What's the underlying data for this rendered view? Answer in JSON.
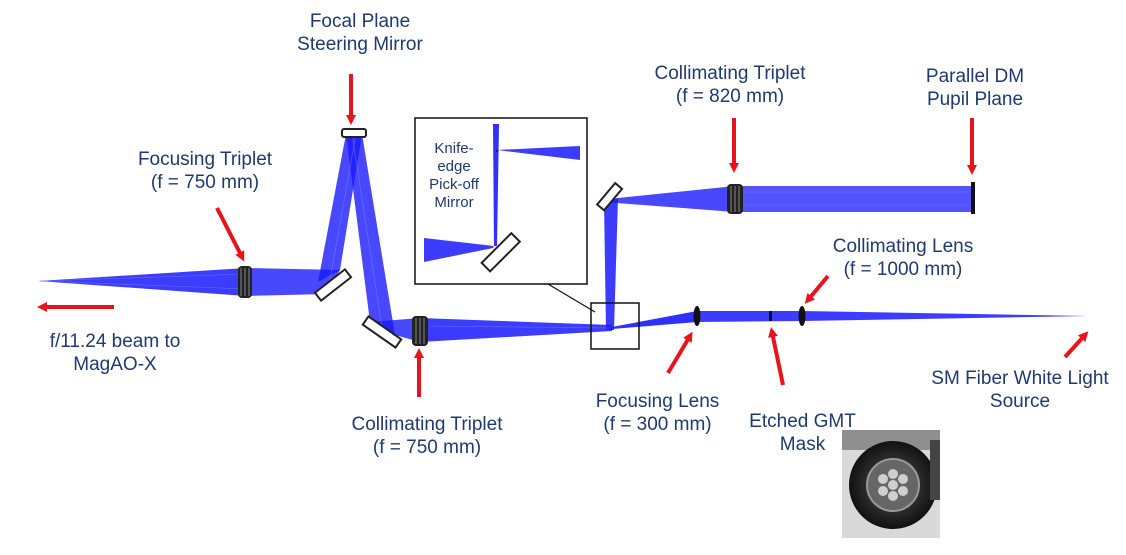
{
  "colors": {
    "beam": "#1a1aff",
    "arrow": "#e8141c",
    "text": "#1f3a6e",
    "optic": "#222222"
  },
  "labels": {
    "focal_plane_mirror": [
      "Focal Plane",
      "Steering Mirror"
    ],
    "focusing_triplet": [
      "Focusing Triplet",
      "(f = 750 mm)"
    ],
    "collimating_triplet_820": [
      "Collimating Triplet",
      "(f = 820 mm)"
    ],
    "parallel_dm": [
      "Parallel DM",
      "Pupil Plane"
    ],
    "collimating_lens": [
      "Collimating Lens",
      "(f = 1000 mm)"
    ],
    "output_beam": [
      "f/11.24 beam to",
      "MagAO-X"
    ],
    "collimating_triplet_750": [
      "Collimating Triplet",
      "(f = 750 mm)"
    ],
    "focusing_lens": [
      "Focusing Lens",
      "(f = 300 mm)"
    ],
    "gmt_mask": [
      "Etched GMT",
      "Mask"
    ],
    "source": [
      "SM Fiber White Light",
      "Source"
    ],
    "inset": [
      "Knife-",
      "edge",
      "Pick-off",
      "Mirror"
    ]
  },
  "icons": {
    "mask_photo": "etched-gmt-mask-photo-icon",
    "red_arrow": "red-arrow-icon"
  }
}
